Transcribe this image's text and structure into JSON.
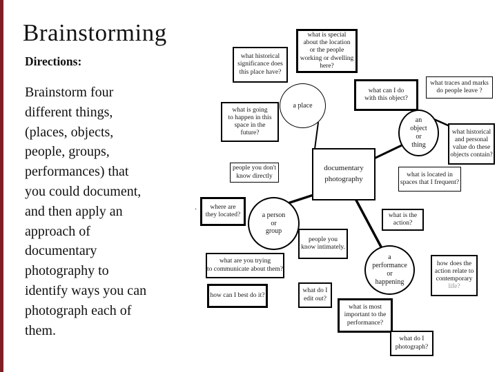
{
  "slide": {
    "title": "Brainstorming",
    "directions_label": "Directions:",
    "body": "Brainstorm four\ndifferent things,\n(places, objects,\npeople, groups,\nperformances) that\nyou could document,\nand then apply an\napproach of\ndocumentary\nphotography to\nidentify ways you can\nphotograph each of\nthem."
  },
  "colors": {
    "left_accent_bar": "#7f1f24",
    "node_border": "#000000",
    "background": "#ffffff"
  },
  "diagram": {
    "center": {
      "label": "documentary\nphotography"
    },
    "circles": [
      {
        "id": "a-place",
        "label": "a place"
      },
      {
        "id": "an-object-or-thing",
        "label": "an\nobject\nor\nthing"
      },
      {
        "id": "a-person-or-group",
        "label": "a person\nor\ngroup"
      },
      {
        "id": "a-performance-or-happening",
        "label": "a\nperformance\nor\nhappening"
      }
    ],
    "boxes": [
      {
        "id": "place-history",
        "label": "what historical\nsignificance does\nthis place have?"
      },
      {
        "id": "location-special",
        "label": "what is special\nabout the location\nor the people\nworking or dwelling\nhere?"
      },
      {
        "id": "object-can-do",
        "label": "what can I do\nwith this object?"
      },
      {
        "id": "traces-marks",
        "label": "what traces and marks\ndo people leave ?"
      },
      {
        "id": "objects-value",
        "label": "what historical\nand personal\nvalue do these\nobjects contain?"
      },
      {
        "id": "spaces-frequent",
        "label": "what is located in\nspaces that I frequent?"
      },
      {
        "id": "space-future",
        "label": "what is going\nto happen in this\nspace in the\nfuture?"
      },
      {
        "id": "people-dont-know",
        "label": "people you don't\nknow directly"
      },
      {
        "id": "where-located",
        "label": "where are\nthey located?"
      },
      {
        "id": "people-intimately",
        "label": "people you\nknow intimately."
      },
      {
        "id": "communicate",
        "label": "what are you trying\nto communicate about them?"
      },
      {
        "id": "how-best",
        "label": "how can I best do it?"
      },
      {
        "id": "edit-out",
        "label": "what do I\nedit out?"
      },
      {
        "id": "action",
        "label": "what is the\naction?"
      },
      {
        "id": "action-relate",
        "label": "how does the\naction relate to\ncontemporary",
        "label_faded": "life?"
      },
      {
        "id": "important",
        "label": "what is most\nimportant to the\nperformance?"
      },
      {
        "id": "photograph",
        "label": "what do I\nphotograph?"
      }
    ],
    "stray_mark": "."
  }
}
